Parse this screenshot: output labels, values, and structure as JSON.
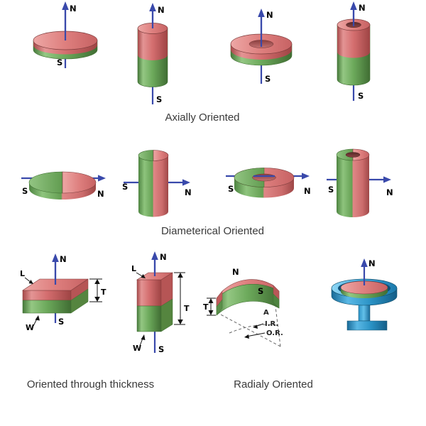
{
  "labels": {
    "north": "N",
    "south": "S",
    "length": "L",
    "width": "W",
    "thickness": "T",
    "angle": "A",
    "inner_radius": "I.R.",
    "outer_radius": "O.R."
  },
  "captions": {
    "axial": "Axially Oriented",
    "diametrical": "Diameterical Oriented",
    "through_thickness": "Oriented through thickness",
    "radial": "Radialy Oriented"
  },
  "colors": {
    "north_pole_red": "#d96b6b",
    "south_pole_green": "#66a455",
    "arrow_blue": "#3949ab",
    "steel_pot_blue": "#2e9fd4",
    "caption_text": "#3a3a3a"
  }
}
